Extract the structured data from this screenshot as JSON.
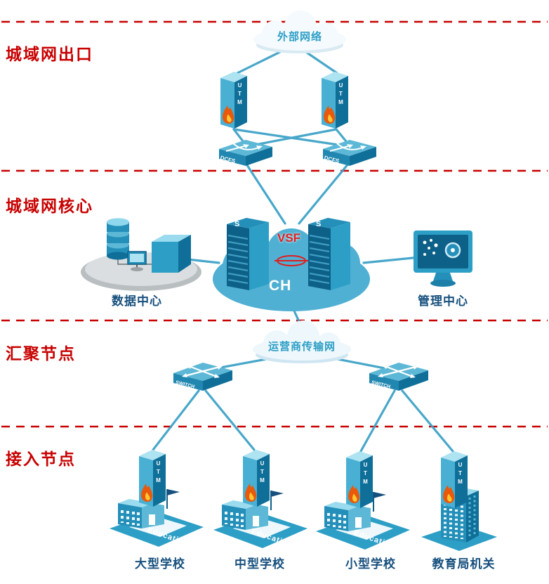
{
  "zones": {
    "exit": "城域网出口",
    "core": "城域网核心",
    "aggregation": "汇聚节点",
    "access": "接入节点"
  },
  "clouds": {
    "external_network": "外部网络",
    "carrier_network": "运营商传输网"
  },
  "device_labels": {
    "utm": "UTM",
    "dcfs": "DCFS",
    "switch": "SWITCH",
    "vsf": "VSF",
    "core_stack": "CH",
    "tower_logo": "S",
    "education": "Education."
  },
  "site_labels": {
    "data_center": "数据中心",
    "management_center": "管理中心",
    "large_school": "大型学校",
    "medium_school": "中型学校",
    "small_school": "小型学校",
    "education_bureau": "教育局机关"
  },
  "colors": {
    "device_teal": "#2d9fc6",
    "line_teal": "#3fa3c8",
    "zone_red": "#c80000",
    "site_label_blue": "#17507e",
    "vsf_red": "#e01e1e"
  }
}
